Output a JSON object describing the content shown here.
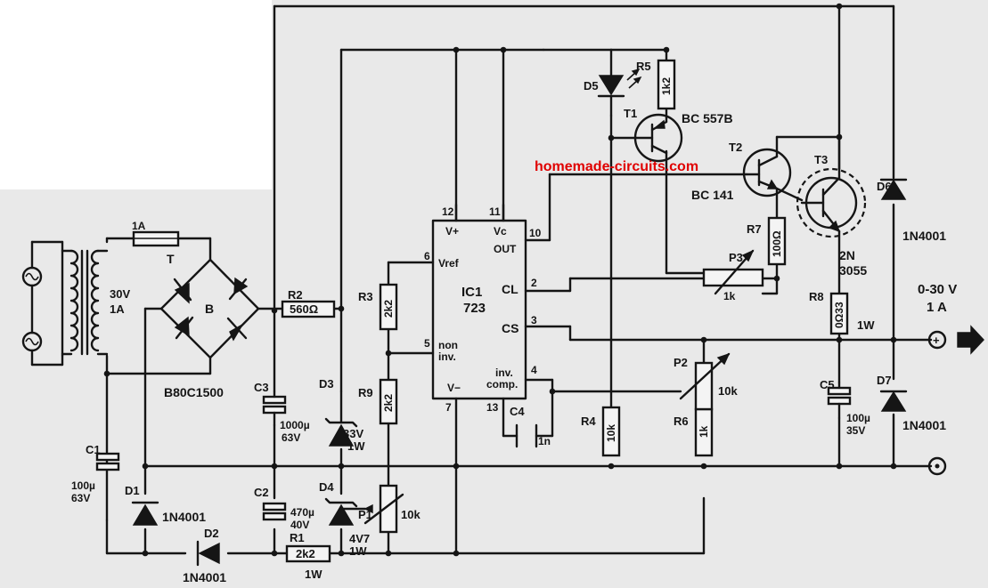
{
  "watermark": "homemade-circuits.com",
  "colors": {
    "paper": "#e9e9e9",
    "ink": "#151515",
    "watermark": "#e00000"
  },
  "transformer": {
    "fuse": "1A",
    "label": "T",
    "secondary_v": "30V",
    "secondary_i": "1A"
  },
  "bridge": {
    "label": "B",
    "part": "B80C1500"
  },
  "resistors": {
    "r1": {
      "ref": "R1",
      "value": "2k2",
      "power": "1W"
    },
    "r2": {
      "ref": "R2",
      "value": "560Ω"
    },
    "r3": {
      "ref": "R3",
      "value": "2k2"
    },
    "r4": {
      "ref": "R4",
      "value": "10k"
    },
    "r5": {
      "ref": "R5",
      "value": "1k2"
    },
    "r6": {
      "ref": "R6",
      "value": "1k"
    },
    "r7": {
      "ref": "R7",
      "value": "100Ω"
    },
    "r8": {
      "ref": "R8",
      "value": "0Ω33",
      "power": "1W"
    },
    "r9": {
      "ref": "R9",
      "value": "2k2"
    }
  },
  "pots": {
    "p1": {
      "ref": "P1",
      "value": "10k"
    },
    "p2": {
      "ref": "P2",
      "value": "10k"
    },
    "p3": {
      "ref": "P3",
      "value": "1k"
    }
  },
  "capacitors": {
    "c1": {
      "ref": "C1",
      "value": "100µ",
      "voltage": "63V"
    },
    "c2": {
      "ref": "C2",
      "value": "470µ",
      "voltage": "40V"
    },
    "c3": {
      "ref": "C3",
      "value": "1000µ",
      "voltage": "63V"
    },
    "c4": {
      "ref": "C4",
      "value": "1n"
    },
    "c5": {
      "ref": "C5",
      "value": "100µ",
      "voltage": "35V"
    }
  },
  "diodes": {
    "d1": {
      "ref": "D1",
      "part": "1N4001"
    },
    "d2": {
      "ref": "D2",
      "part": "1N4001"
    },
    "d3": {
      "ref": "D3",
      "value": "33V",
      "power": "1W"
    },
    "d4": {
      "ref": "D4",
      "value": "4V7",
      "power": "1W"
    },
    "d5": {
      "ref": "D5"
    },
    "d6": {
      "ref": "D6",
      "part": "1N4001"
    },
    "d7": {
      "ref": "D7",
      "part": "1N4001"
    }
  },
  "transistors": {
    "t1": {
      "ref": "T1",
      "part": "BC 557B"
    },
    "t2": {
      "ref": "T2",
      "part": "BC 141"
    },
    "t3": {
      "ref": "T3",
      "part_line1": "2N",
      "part_line2": "3055"
    }
  },
  "ic": {
    "ref": "IC1",
    "part": "723",
    "pins": {
      "vplus": "V+",
      "vc": "Vc",
      "out": "OUT",
      "vref": "Vref",
      "cl": "CL",
      "cs": "CS",
      "noninv1": "non",
      "noninv2": "inv.",
      "inv1": "inv.",
      "inv2": "comp.",
      "vminus": "V−"
    },
    "pin_numbers": {
      "p12": "12",
      "p11": "11",
      "p10": "10",
      "p6": "6",
      "p2": "2",
      "p3": "3",
      "p5": "5",
      "p4": "4",
      "p7": "7",
      "p13": "13"
    }
  },
  "output": {
    "voltage": "0-30 V",
    "current": "1 A",
    "plus": "+"
  }
}
